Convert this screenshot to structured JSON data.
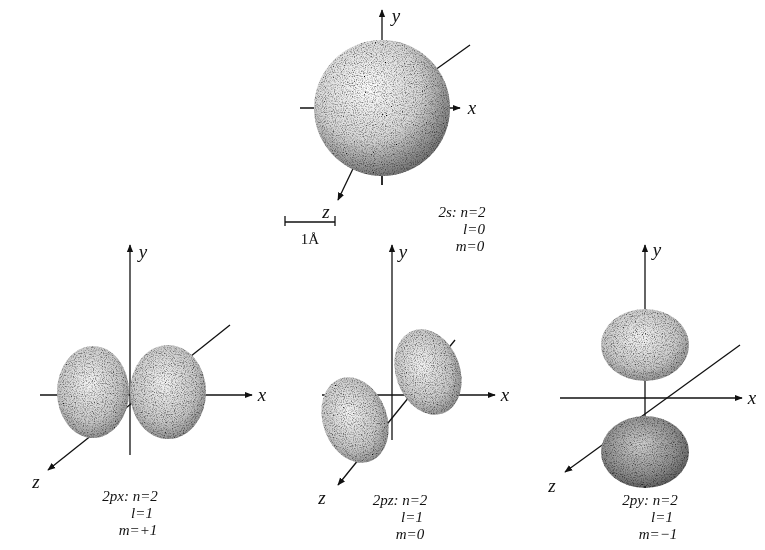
{
  "diagram": {
    "labels": [
      "y",
      "x",
      "z",
      "1Å",
      "2s: n=2",
      "l=0",
      "m=0",
      "y",
      "x",
      "z",
      "2px: n=2",
      "l=1",
      "m=+1",
      "y",
      "x",
      "z",
      "2pz: n=2",
      "l=1",
      "m=0",
      "y",
      "x",
      "z",
      "2py: n=2",
      "l=1",
      "m=−1"
    ]
  }
}
